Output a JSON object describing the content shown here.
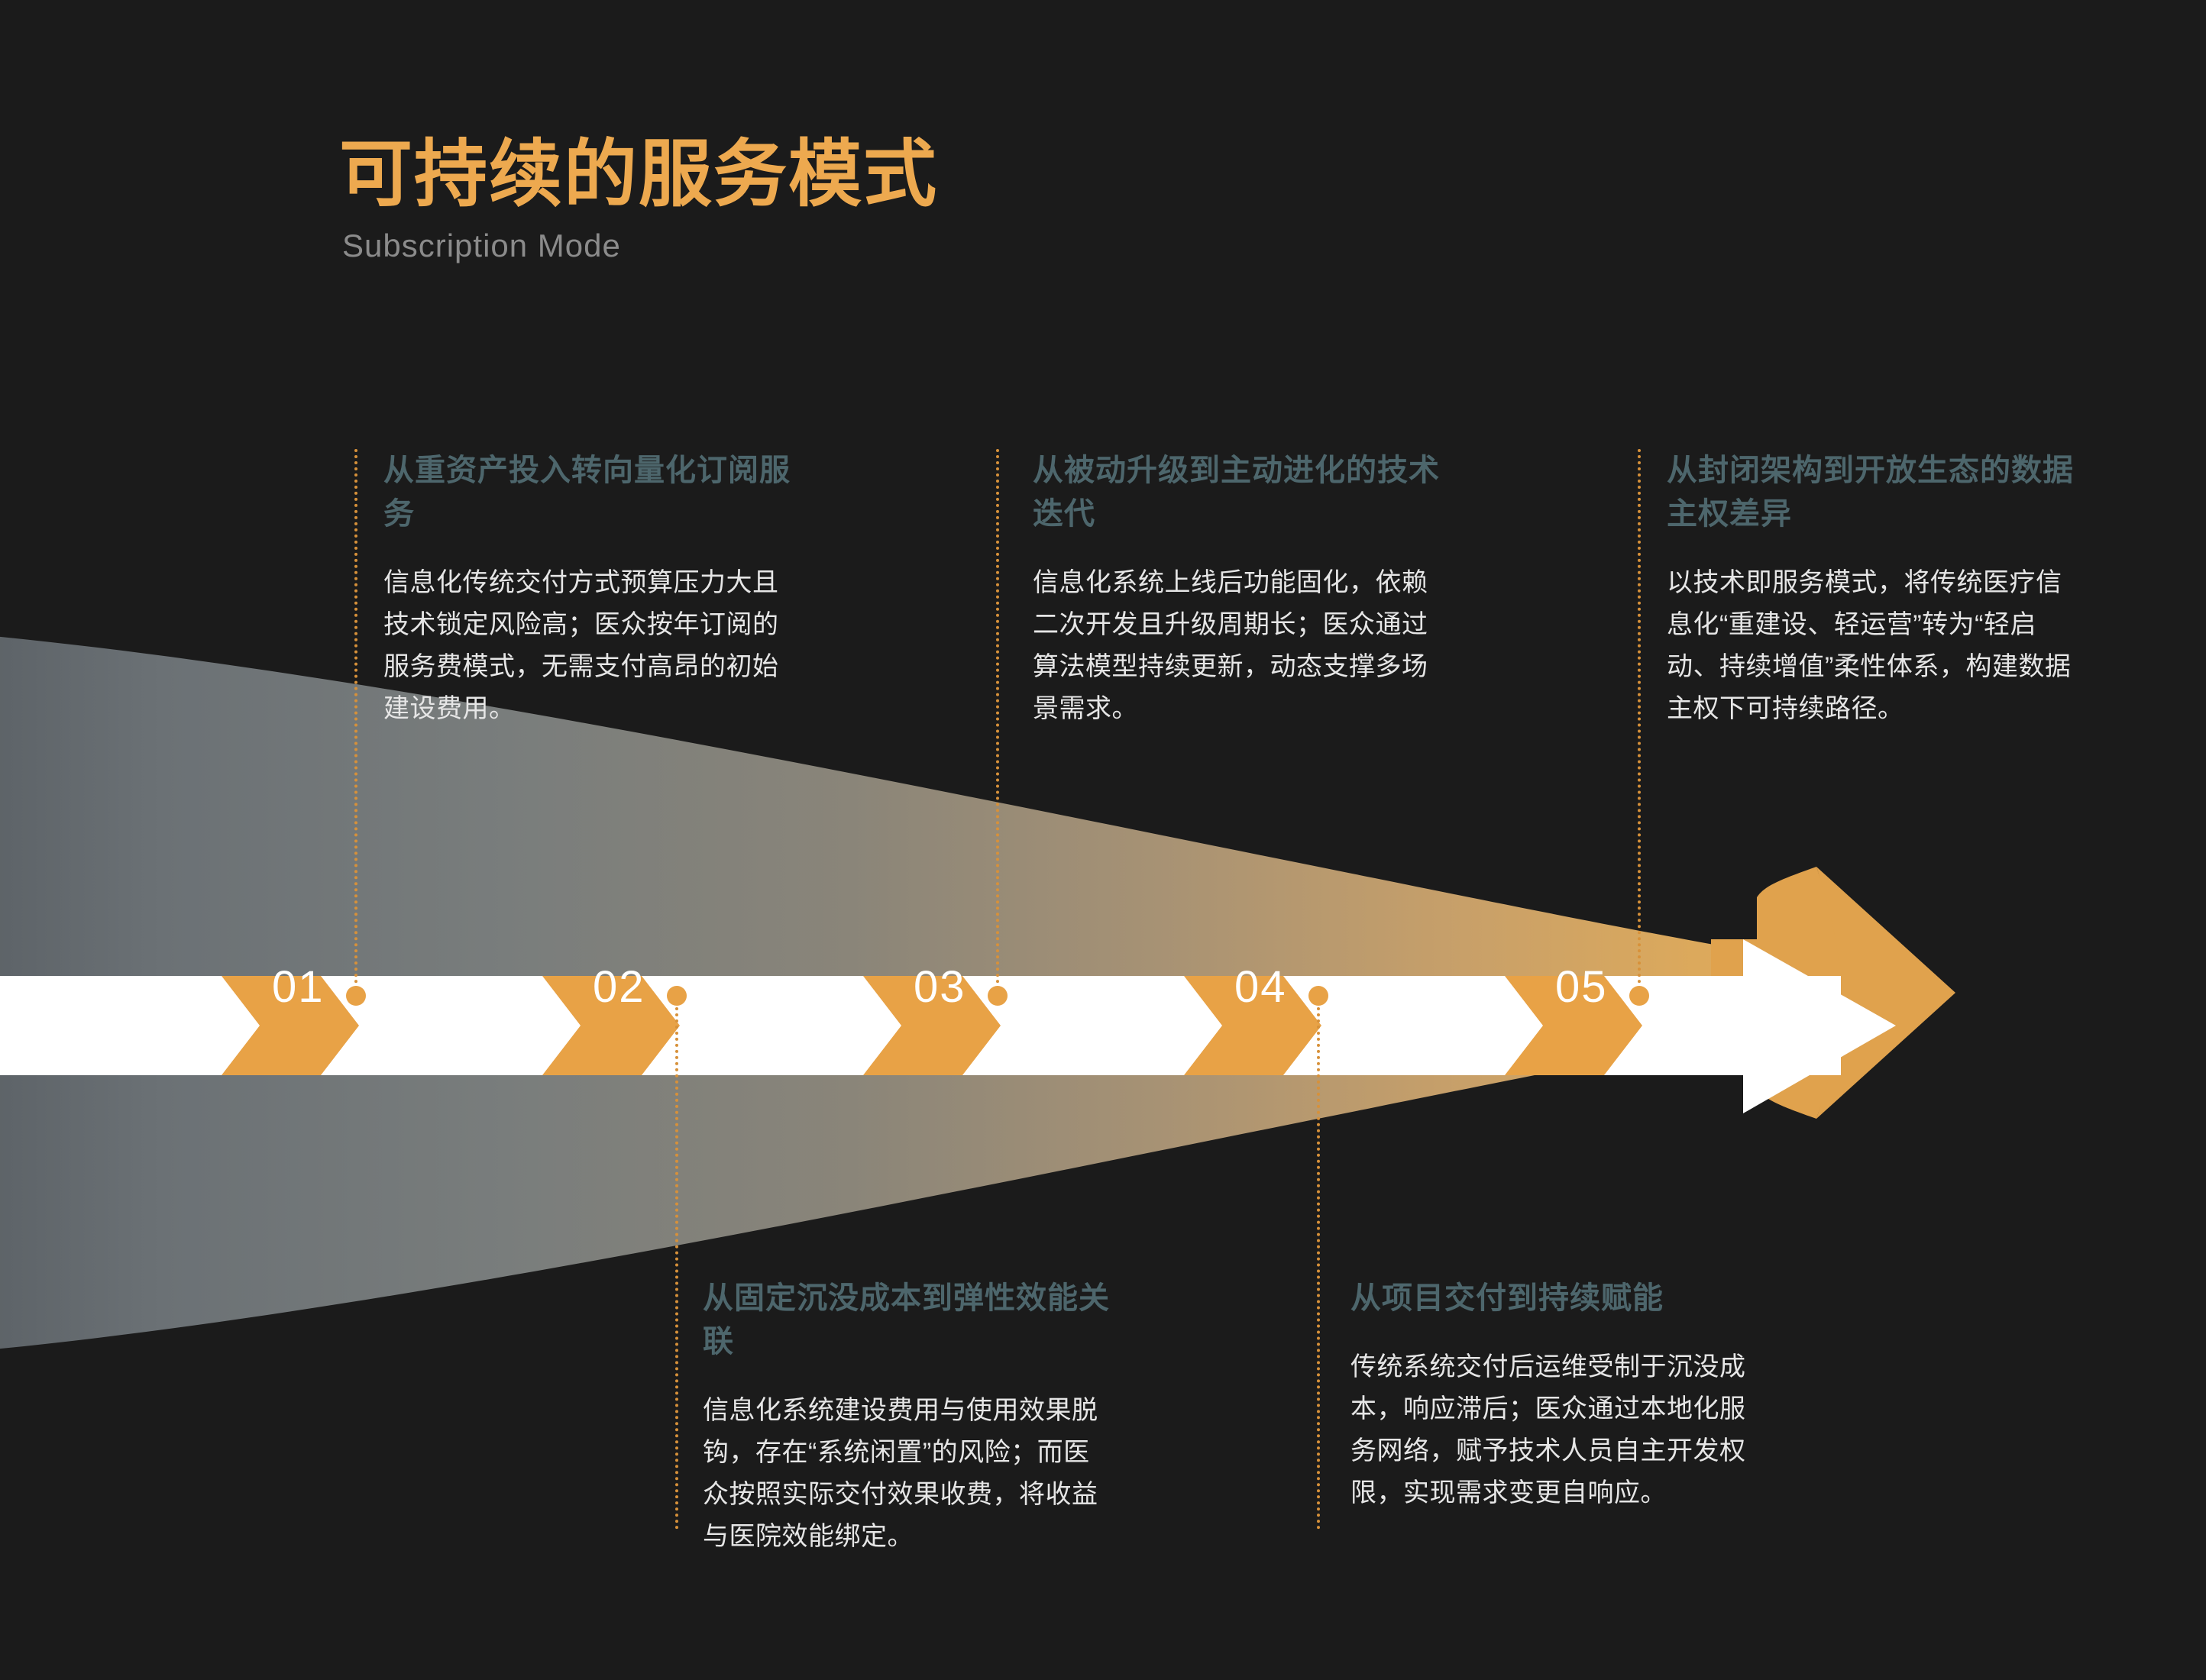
{
  "header": {
    "title": "可持续的服务模式",
    "subtitle": "Subscription Mode"
  },
  "colors": {
    "background": "#1b1b1b",
    "accent_orange": "#e8a246",
    "title_orange": "#eda94f",
    "heading_teal": "#4d666c",
    "body_text": "#e6e6e6",
    "subtitle_grey": "#8b8b8b",
    "bar_white": "#ffffff",
    "beam_grey": "#6e7478"
  },
  "steps": [
    {
      "number": "01",
      "position": "above",
      "heading": "从重资产投入转向量化订阅服务",
      "body": "信息化传统交付方式预算压力大且技术锁定风险高；医众按年订阅的服务费模式，无需支付高昂的初始建设费用。"
    },
    {
      "number": "02",
      "position": "below",
      "heading": "从固定沉没成本到弹性效能关联",
      "body": "信息化系统建设费用与使用效果脱钩，存在“系统闲置”的风险；而医众按照实际交付效果收费，将收益与医院效能绑定。"
    },
    {
      "number": "03",
      "position": "above",
      "heading": "从被动升级到主动进化的技术迭代",
      "body": "信息化系统上线后功能固化，依赖二次开发且升级周期长；医众通过算法模型持续更新，动态支撑多场景需求。"
    },
    {
      "number": "04",
      "position": "below",
      "heading": "从项目交付到持续赋能",
      "body": "传统系统交付后运维受制于沉没成本，响应滞后；医众通过本地化服务网络，赋予技术人员自主开发权限，实现需求变更自响应。"
    },
    {
      "number": "05",
      "position": "above",
      "heading": "从封闭架构到开放生态的数据主权差异",
      "body": "以技术即服务模式，将传统医疗信息化“重建设、轻运营”转为“轻启动、持续增值”柔性体系，构建数据主权下可持续路径。"
    }
  ],
  "graphic": {
    "arrow_label": "progress-arrow",
    "beam_label": "perspective-beam"
  }
}
